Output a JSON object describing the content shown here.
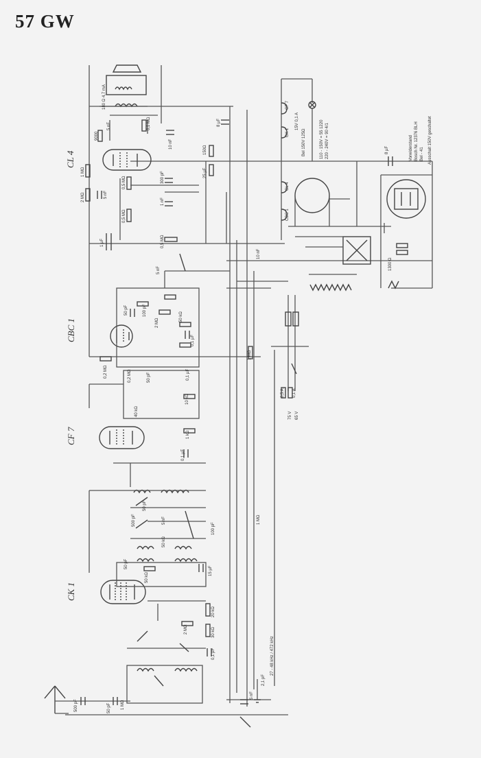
{
  "page_title": "57 GW",
  "tubes": [
    {
      "label": "CL 4"
    },
    {
      "label": "CBC 1"
    },
    {
      "label": "CF 7"
    },
    {
      "label": "CK 1"
    }
  ],
  "filament_chain": [
    "CF 7",
    "CK 1",
    "CL 4",
    "CBC 1"
  ],
  "power_ratings": [
    "15V 0,1 A",
    "Bel 150V 125Ω",
    "110 - 150V = 55 1220",
    "220 - 240V = 90 4/1"
  ],
  "resistor_note": [
    "Vorwiderstand",
    "Bosch Nr. 12376 BLH",
    "Bel - 41",
    "Ausschalt 150V geschaltet"
  ],
  "fuse_labels": [
    "0,5 A",
    "0,1 A"
  ],
  "voltage_labels": [
    "75 V",
    "65 V"
  ],
  "antenna_note": "27 - 48 kHz / 472 kHz",
  "component_values": {
    "c_output": "5 nF",
    "c_coupling_cl4": "10 nF",
    "r_output_plate": "9000",
    "r_output_load": "180 Ω 4,7 mA",
    "r_speaker": "0,1 MΩ",
    "c_electrolytic_1": "8 µF",
    "r_grid_cl4": "1 MΩ",
    "r_cathode_cl4": "2 MΩ",
    "c_cathode_cl4": "5 nF",
    "r_tone_1": "0,5 MΩ",
    "r_tone_2": "0,5 MΩ",
    "c_tone": "1 nF",
    "c_decouple": "300 pF",
    "r_cl4_screen": "150Ω",
    "c_cl4_screen": "25 µF",
    "c_main": "1 µF",
    "r_volume": "0,5 MΩ",
    "c_volume": "5 nF",
    "c_ef": "10 nF",
    "c_det": "100 pF",
    "r_det": "2 MΩ",
    "r_cbc1_grid": "0,2 MΩ",
    "r_cbc1_cath": "1 MΩ",
    "c_cbc1_cath": "0,1 µF",
    "r_agc": "50 kΩ",
    "c_agc": "50 pF",
    "r_cf7_grid": "0,2 MΩ",
    "c_cf7_grid": "50 pF",
    "r_if": "10 kΩ",
    "c_if": "0,1 µF",
    "r_cf7_cath": "1 kΩ",
    "c_cf7_cath": "0,1 µF",
    "r_cf7_screen": "40 kΩ",
    "c_osc_1": "5 nF",
    "c_osc_2": "500 pF",
    "c_osc_3": "50 pF",
    "r_osc": "50 kΩ",
    "c_osc_4": "100 pF",
    "c_ck1_grid": "50 pF",
    "r_ck1_grid": "50 kΩ",
    "c_ck1": "15 µF",
    "r_ck1_1": "2 MΩ",
    "r_ck1_2": "20 kΩ",
    "r_ck1_3": "30 kΩ",
    "c_ck1_2": "0,1 µF",
    "c_ant_1": "500 pF",
    "c_ant_2": "5 nF",
    "c_ant_3": "50 pF",
    "r_ant": "1 MΩ",
    "c_agc_line": "2,1 pF",
    "r_mixer": "1 MΩ",
    "c_filter": "8 µF",
    "r_dial": "1300 Ω"
  }
}
